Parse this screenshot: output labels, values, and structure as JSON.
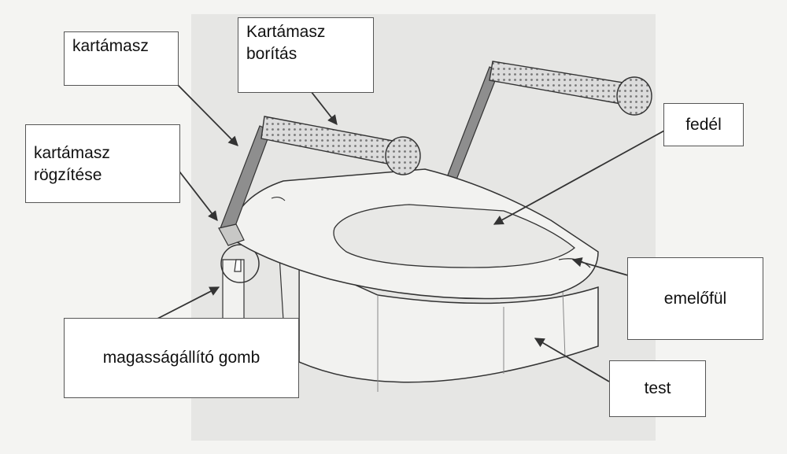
{
  "labels": {
    "armrest": "kartámasz",
    "armrest_cover_line1": "Kartámasz",
    "armrest_cover_line2": "borítás",
    "armrest_fix_line1": "kartámasz",
    "armrest_fix_line2": "rögzítése",
    "lid": "fedél",
    "lift_tab": "emelőfül",
    "height_button": "magasságállító gomb",
    "body": "test"
  },
  "colors": {
    "background": "#f4f4f2",
    "panel": "#e6e6e4",
    "line": "#333333",
    "part_fill": "#f2f2f0",
    "armrest_tube": "#8e8e8e"
  }
}
